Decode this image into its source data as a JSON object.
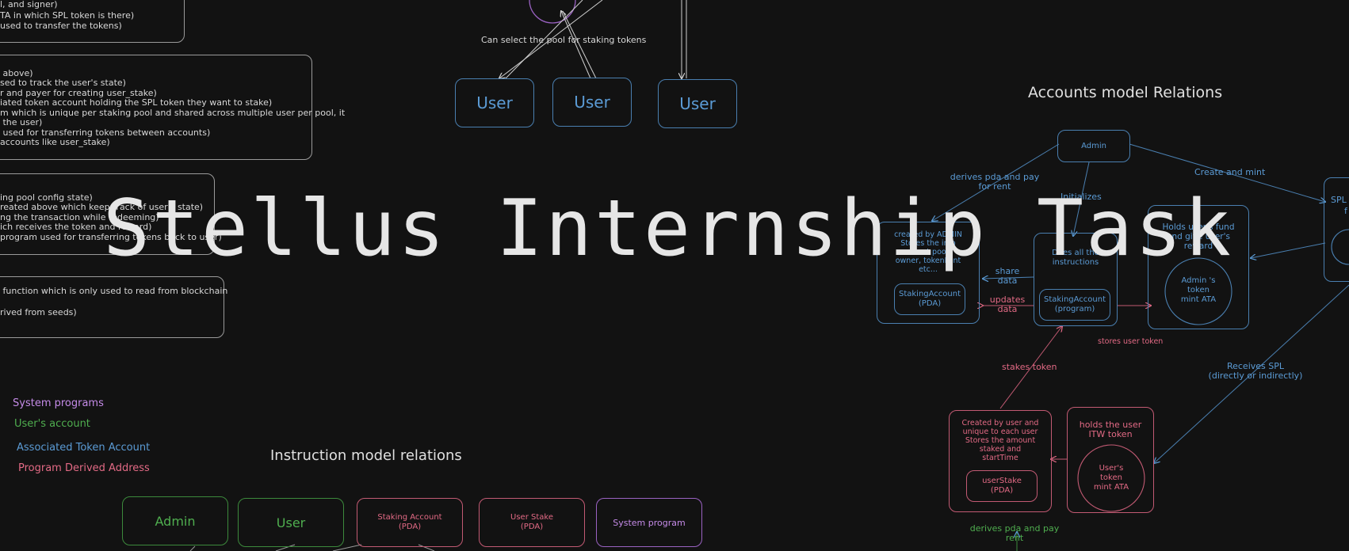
{
  "title": "Stellus Internship Task",
  "colors": {
    "background": "#121212",
    "user_blue": "#5b9bd5",
    "pda_pink": "#e36a85",
    "user_green": "#4fae4f",
    "system_purple": "#c58be8"
  },
  "notes": {
    "box1_lines": [
      "l, and signer)",
      "TA in which SPL token is there)",
      "used to transfer the tokens)"
    ],
    "box2_lines": [
      " above)",
      "sed to track the user's state)",
      "r and payer for creating user_stake)",
      "iated token account holding the SPL token they want to stake)",
      "m which is unique per staking pool and shared across multiple user per pool, it",
      " the user)",
      " used for transferring tokens between accounts)",
      "accounts like user_stake)"
    ],
    "box3_lines": [
      "ing pool config state)",
      "reated above which keep track of user's state)",
      "ng the transaction while redeeming)",
      "ich receives the token and reward)",
      "program used for transferring tokens back to user)"
    ],
    "box4_lines": [
      " function which is only used to read from blockchain",
      "",
      "rived from seeds)"
    ]
  },
  "top_diagram": {
    "label": "Can select the pool for staking tokens",
    "users": [
      "User",
      "User",
      "User"
    ]
  },
  "legend": {
    "items": [
      "System programs",
      "User's account",
      "Associated Token Account",
      "Program Derived Address"
    ]
  },
  "instruction_model": {
    "title": "Instruction model relations",
    "boxes": [
      "Admin",
      "User",
      "Staking Account\n(PDA)",
      "User Stake\n(PDA)",
      "System program"
    ]
  },
  "accounts_model": {
    "title": "Accounts model Relations",
    "admin": "Admin",
    "derives_pda_label": "derives pda and pay\nfor rent",
    "initializes_label": "Initializes",
    "create_mint_label": "Create and mint",
    "staking_pda_desc": "created by ADMIN\nStores the info\nabout pool\nowner, tokenMint\netc...",
    "staking_pda_inner": "StakingAccount\n(PDA)",
    "share_data_label": "share\ndata",
    "updates_data_label": "updates\ndata",
    "program_desc": "Does all the\ninstructions",
    "program_inner": "StakingAccount\n(program)",
    "fund_desc": "Holds user's fund\nand give user's\nreward",
    "fund_circle": "Admin 's\ntoken\nmint ATA",
    "spl_partial": "SPL",
    "spl_partial_line2": "f",
    "stores_user_token": "stores user token",
    "receives_spl": "Receives SPL\n(directly or indirectly)",
    "stakes_token": "stakes token",
    "user_stake_desc": "Created by user and\nunique to each user\nStores the amount\nstaked and\nstartTime",
    "user_stake_inner": "userStake\n(PDA)",
    "user_token_desc": "holds the user\nITW token",
    "user_token_circle": "User's\ntoken\nmint ATA",
    "bottom_label": "derives pda and pay\nrent"
  }
}
